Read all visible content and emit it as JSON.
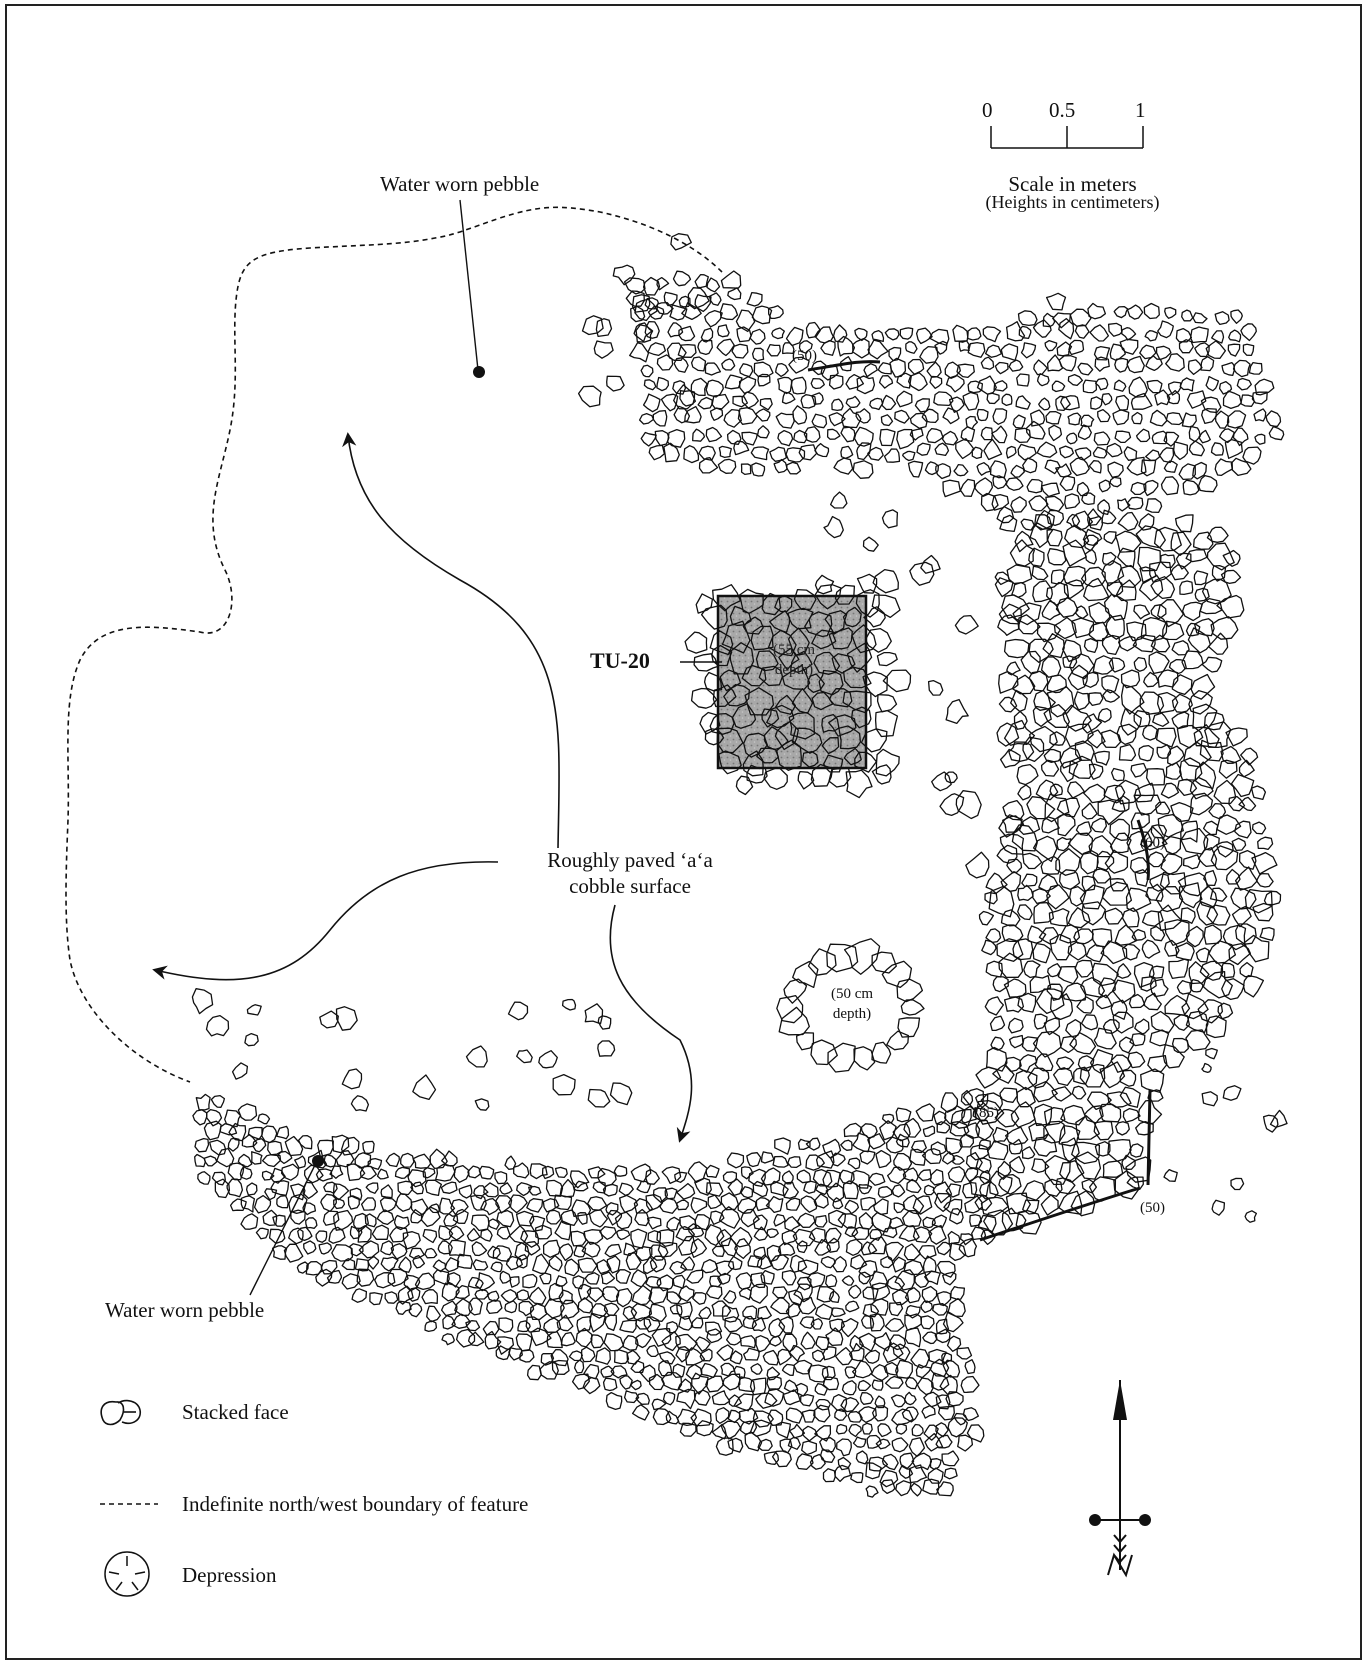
{
  "scale": {
    "ticks": [
      "0",
      "0.5",
      "1"
    ],
    "title": "Scale in meters",
    "subtitle": "(Heights in centimeters)"
  },
  "labels": {
    "pebble_top": "Water worn pebble",
    "pebble_bottom": "Water worn pebble",
    "tu20": "TU-20",
    "surface_line1": "Roughly paved ‘a‘a",
    "surface_line2": "cobble surface"
  },
  "depressions": {
    "tu20_depth_line1": "(55 cm",
    "tu20_depth_line2": "depth)",
    "second_depth_line1": "(50 cm",
    "second_depth_line2": "depth)"
  },
  "heights": {
    "h_top": "(50)",
    "h_right": "(60)",
    "h_corner": "(85)",
    "h_bottom_right": "(50)"
  },
  "legend": {
    "stacked_face": "Stacked face",
    "boundary": "Indefinite north/west boundary of feature",
    "depression": "Depression"
  },
  "colors": {
    "ink": "#111111",
    "shading": "#9a9a9a"
  }
}
